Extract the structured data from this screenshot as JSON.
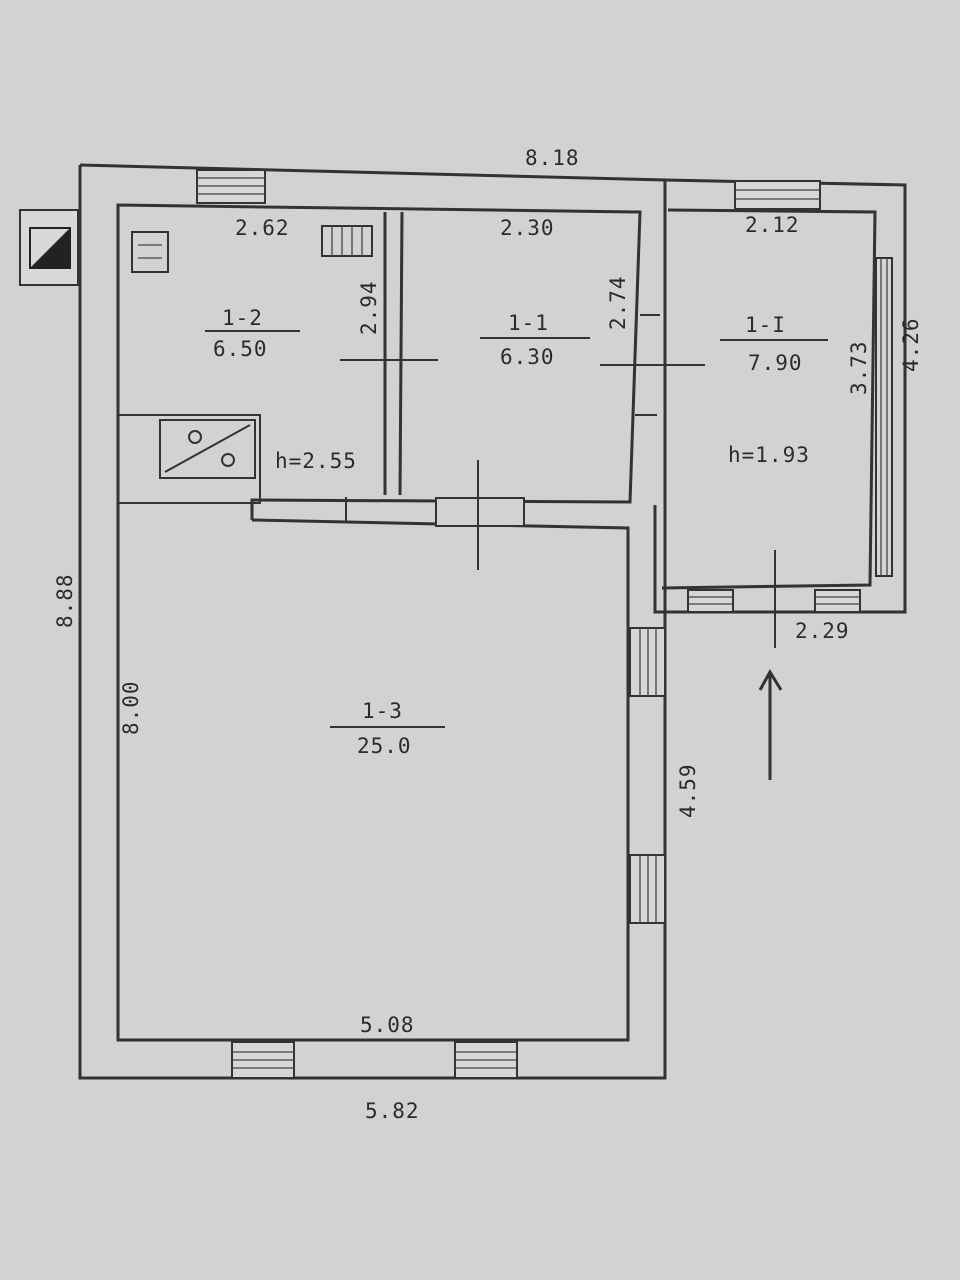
{
  "dimensions": {
    "top_total": "8.18",
    "left_total": "8.88",
    "left_inner": "8.00",
    "bottom_outer": "5.82",
    "bottom_inner": "5.08",
    "right_lower": "4.59",
    "room_1_2_width": "2.62",
    "room_1_1_width": "2.30",
    "room_1_i_width": "2.12",
    "room_1_i_bottom": "2.29",
    "room_1_1_height": "2.74",
    "partition_height": "2.94",
    "right_inner_height": "3.73",
    "right_outer_height": "4.26"
  },
  "rooms": [
    {
      "id": "1-2",
      "area": "6.50"
    },
    {
      "id": "1-1",
      "area": "6.30"
    },
    {
      "id": "1-I",
      "area": "7.90"
    },
    {
      "id": "1-3",
      "area": "25.0"
    }
  ],
  "heights": {
    "main": "h=2.55",
    "annex": "h=1.93"
  },
  "colors": {
    "paper": "#d2d2d0",
    "ink": "#333333"
  }
}
